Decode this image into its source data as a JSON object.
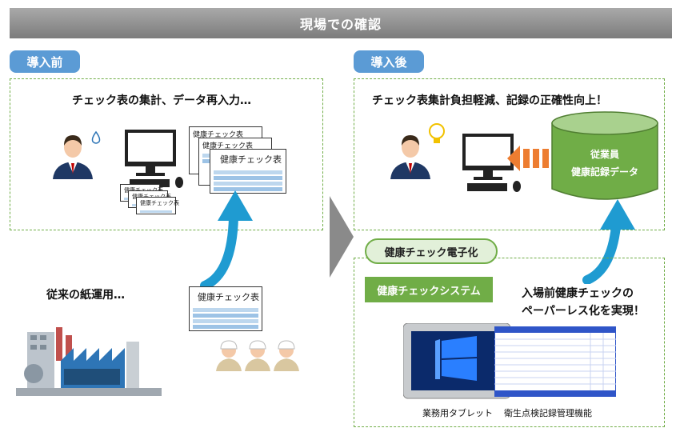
{
  "title": "現場での確認",
  "before": {
    "tag": "導入前",
    "headline": "チェック表の集計、データ再入力…",
    "sheet_label": "健康チェック表",
    "sheet_label_partial": "健康チェック表"
  },
  "after": {
    "tag": "導入後",
    "headline": "チェック表集計負担軽減、記録の正確性向上！",
    "db_line1": "従業員",
    "db_line2": "健康記録データ"
  },
  "conventional": {
    "headline": "従来の紙運用…",
    "sheet_label": "健康チェック表"
  },
  "digital": {
    "pill": "健康チェック電子化",
    "system_label": "健康チェックシステム",
    "message_line1": "入場前健康チェックの",
    "message_line2": "ペーパーレス化を実現！",
    "tablet_caption": "業務用タブレット",
    "function_caption": "衛生点検記録管理機能"
  },
  "colors": {
    "tag_blue": "#5b9bd5",
    "accent_green": "#70ad47",
    "arrow_blue": "#1f9bd1",
    "arrow_orange": "#ed7d31"
  }
}
